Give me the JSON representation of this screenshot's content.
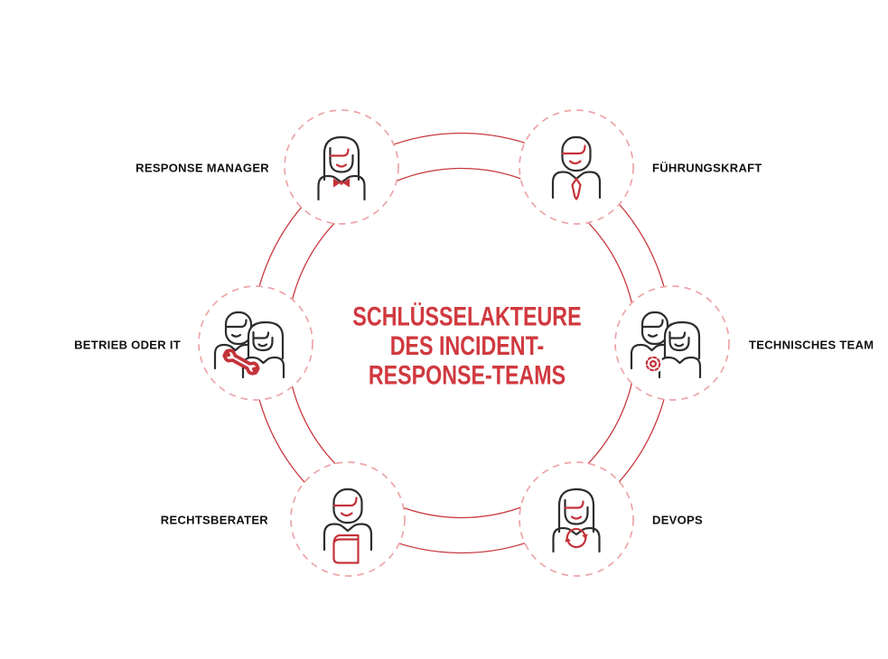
{
  "diagram": {
    "title": {
      "lines": [
        "SCHLÜSSELAKTEURE",
        "DES INCIDENT-",
        "RESPONSE-TEAMS"
      ]
    },
    "nodes": [
      {
        "label": "RESPONSE MANAGER",
        "icon": "woman-bow-icon",
        "position": "top-left"
      },
      {
        "label": "FÜHRUNGSKRAFT",
        "icon": "man-tie-icon",
        "position": "top-right"
      },
      {
        "label": "TECHNISCHES TEAM",
        "icon": "team-gear-icon",
        "position": "right"
      },
      {
        "label": "DEVOPS",
        "icon": "woman-sync-icon",
        "position": "bottom-right"
      },
      {
        "label": "RECHTSBERATER",
        "icon": "man-book-icon",
        "position": "bottom-left"
      },
      {
        "label": "BETRIEB ODER IT",
        "icon": "team-wrench-icon",
        "position": "left"
      }
    ],
    "colors": {
      "accent_red": "#c4333a",
      "title_red": "#d0393f",
      "ring_red": "#c9393f",
      "node_border_pink": "#eda5a8",
      "outline_dark": "#2d2d2d",
      "label_black": "#111111",
      "background": "#ffffff"
    }
  }
}
